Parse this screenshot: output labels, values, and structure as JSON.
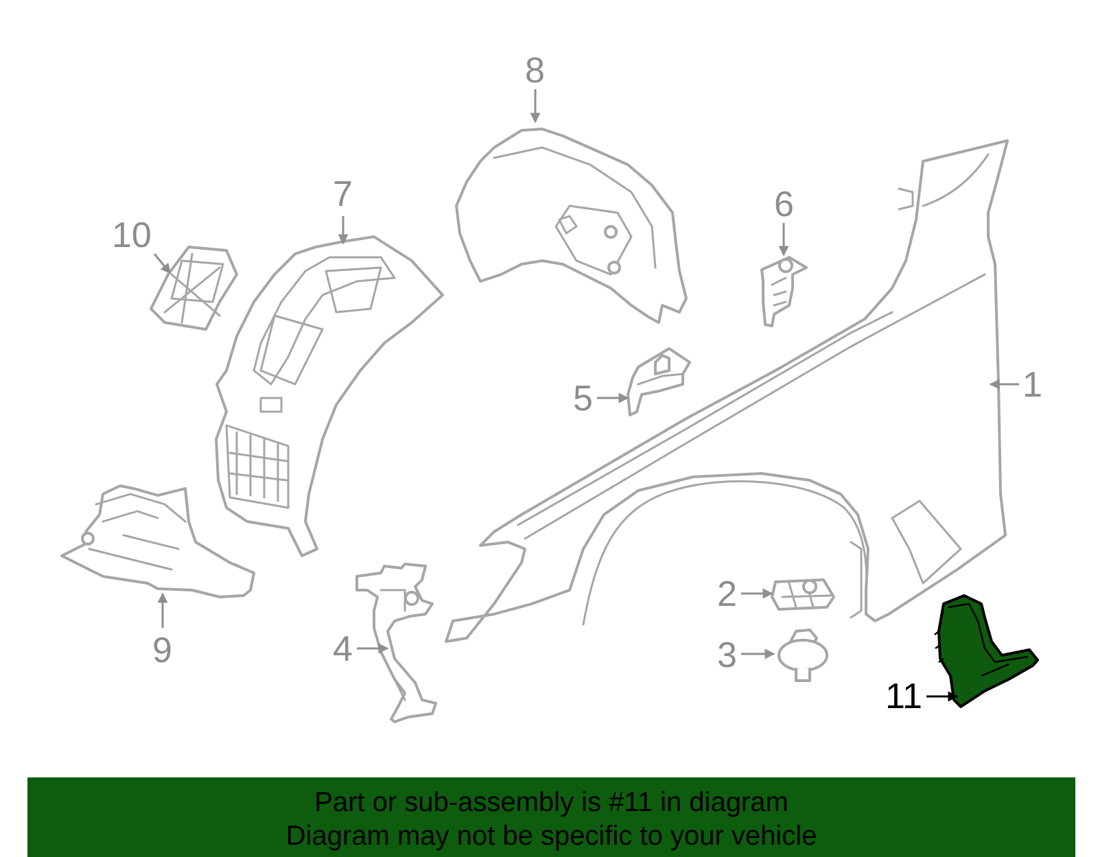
{
  "callouts": {
    "c1": "1",
    "c2": "2",
    "c3": "3",
    "c4": "4",
    "c5": "5",
    "c6": "6",
    "c7": "7",
    "c8": "8",
    "c9": "9",
    "c10": "10",
    "c11": "11"
  },
  "highlight_color": "#0e5a0e",
  "part_color": "#a6a6a6",
  "banner": {
    "line1": "Part or sub-assembly is #11 in diagram",
    "line2": "Diagram may not be specific to your vehicle",
    "color": "#0e5c0e"
  }
}
